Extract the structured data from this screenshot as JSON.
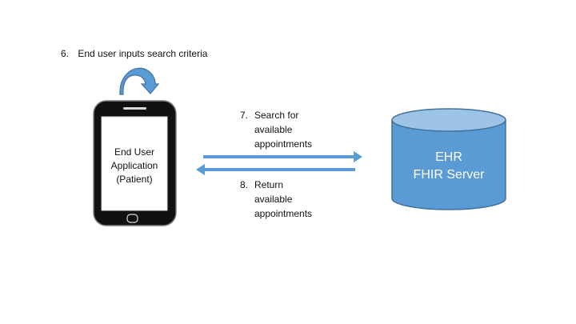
{
  "steps": {
    "step6": {
      "number": "6.",
      "text": "End user inputs search criteria"
    },
    "step7": {
      "number": "7.",
      "lines": [
        "Search for",
        "available",
        "appointments"
      ]
    },
    "step8": {
      "number": "8.",
      "lines": [
        "Return",
        "available",
        "appointments"
      ]
    }
  },
  "phone": {
    "label_lines": [
      "End User",
      "Application",
      "(Patient)"
    ]
  },
  "server": {
    "label_lines": [
      "EHR",
      "FHIR Server"
    ]
  },
  "colors": {
    "accent": "#5b9bd5",
    "accent_dark": "#41719c",
    "accent_light": "#9dc3e6",
    "phone_body": "#111111",
    "screen": "#ffffff"
  }
}
